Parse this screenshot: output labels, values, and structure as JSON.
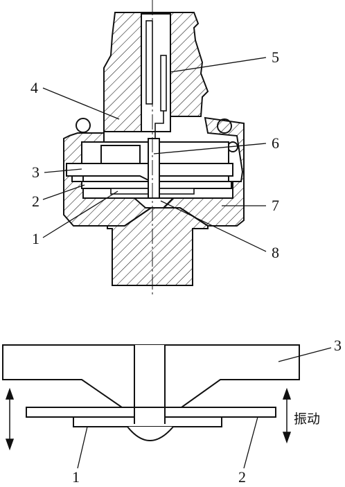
{
  "sensor_callouts": [
    "1",
    "2",
    "3",
    "4",
    "5",
    "6",
    "7",
    "8"
  ],
  "detail_callouts": [
    "1",
    "2",
    "3"
  ],
  "vibration_label": "振动"
}
